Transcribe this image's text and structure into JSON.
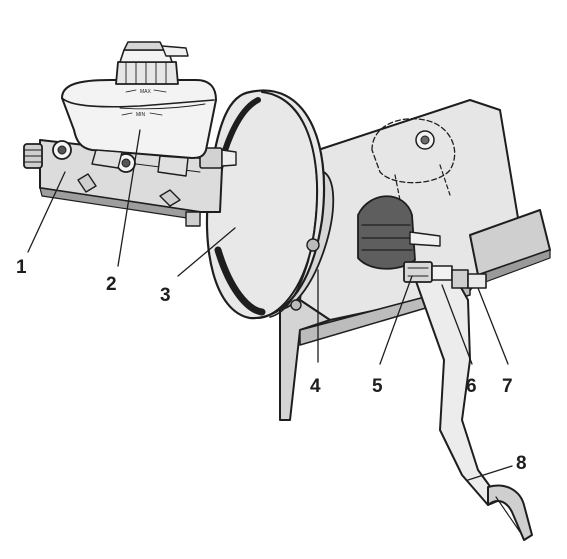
{
  "colors": {
    "ink": "#1e1e1e",
    "paper": "#ffffff",
    "shade_light": "#e2e2e2",
    "shade_mid": "#bdbdbd",
    "shade_dark": "#8a8a8a"
  },
  "reservoir": {
    "max_mark": "MAX",
    "min_mark": "MIN"
  },
  "callouts": [
    {
      "number": "1"
    },
    {
      "number": "2"
    },
    {
      "number": "3"
    },
    {
      "number": "4"
    },
    {
      "number": "5"
    },
    {
      "number": "6"
    },
    {
      "number": "7"
    },
    {
      "number": "8"
    }
  ]
}
